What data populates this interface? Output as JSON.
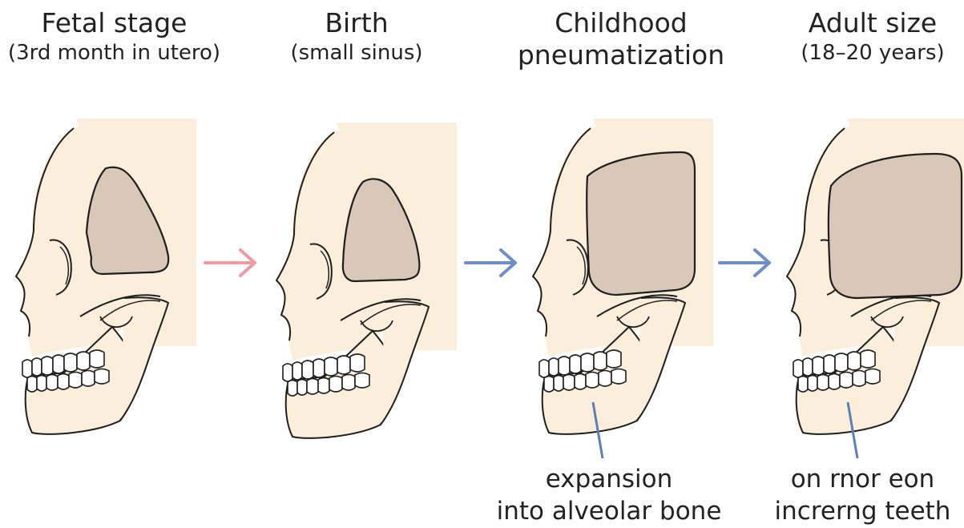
{
  "stages": [
    {
      "title": "Fetal stage",
      "subtitle": "(3rd month in utero)"
    },
    {
      "title": "Birth",
      "subtitle": "(small sinus)"
    },
    {
      "title": "Childhood",
      "subtitle": "pneumatization"
    },
    {
      "title": "Adult size",
      "subtitle": "(18–20 years)"
    }
  ],
  "captions": [
    {
      "line1": "expansion",
      "line2": "into alveolar bone"
    },
    {
      "line1": "on rnor eon",
      "line2": "increrng teeth"
    }
  ],
  "colors": {
    "skull_fill": "#fbefdc",
    "sinus_fill": "#d9c7b8",
    "outline": "#1e1e1e",
    "arrow_first": "#ee9aa3",
    "arrow_other": "#6f8fc6",
    "pointer_line": "#5d7fb8"
  }
}
